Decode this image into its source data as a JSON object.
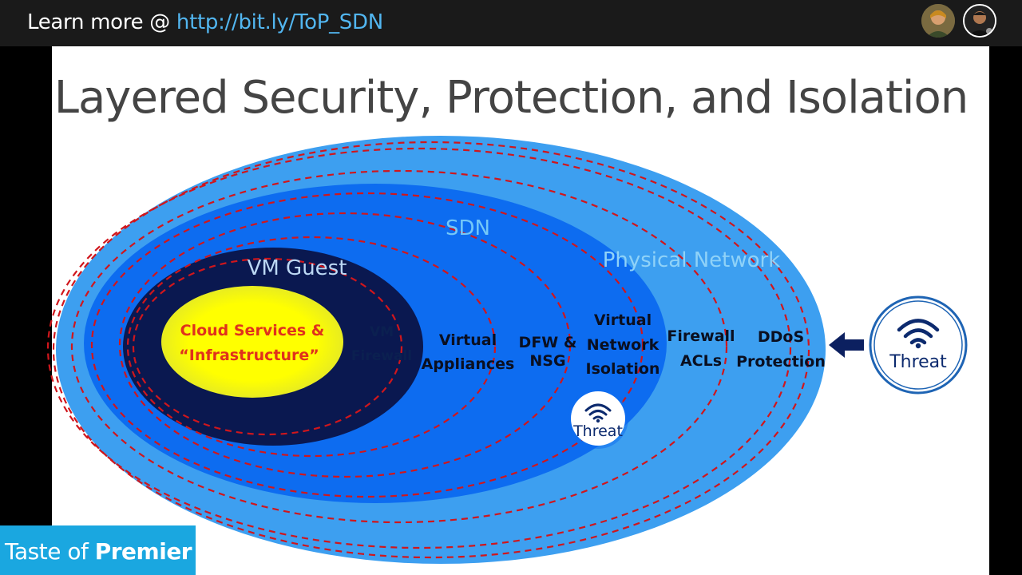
{
  "header": {
    "prefix": "Learn more @ ",
    "link": "http://bit.ly/ToP_SDN"
  },
  "slide": {
    "title": "Layered Security, Protection, and Isolation",
    "layers": {
      "sdn": "SDN",
      "physical": "Physical Network",
      "vm_guest": "VM Guest"
    },
    "core": {
      "line1": "Cloud Services &",
      "line2": "“Infrastructure”"
    },
    "labels": {
      "vm_firewall_1": "VM",
      "vm_firewall_2": "Firewall",
      "virtual_appliances_1": "Virtual",
      "virtual_appliances_2": "Appliances",
      "dfw_1": "DFW &",
      "dfw_2": "NSG",
      "vni_1": "Virtual",
      "vni_2": "Network",
      "vni_3": "Isolation",
      "firewall_acls_1": "Firewall",
      "firewall_acls_2": "ACLs",
      "ddos_1": "DDoS",
      "ddos_2": "Protection"
    },
    "threat_inner": "Threat",
    "threat_outer": "Threat"
  },
  "brand": {
    "prefix": "Taste of ",
    "bold": "Premier"
  },
  "colors": {
    "outer_ellipse": "#3d9ff0",
    "mid_ellipse": "#0d6cf0",
    "vm_ellipse": "#0a1850",
    "core": "#ffff00",
    "dashes": "#d0161c",
    "threat_text": "#0c2a6e",
    "brand": "#1aa7e0",
    "link": "#52b6f0"
  }
}
